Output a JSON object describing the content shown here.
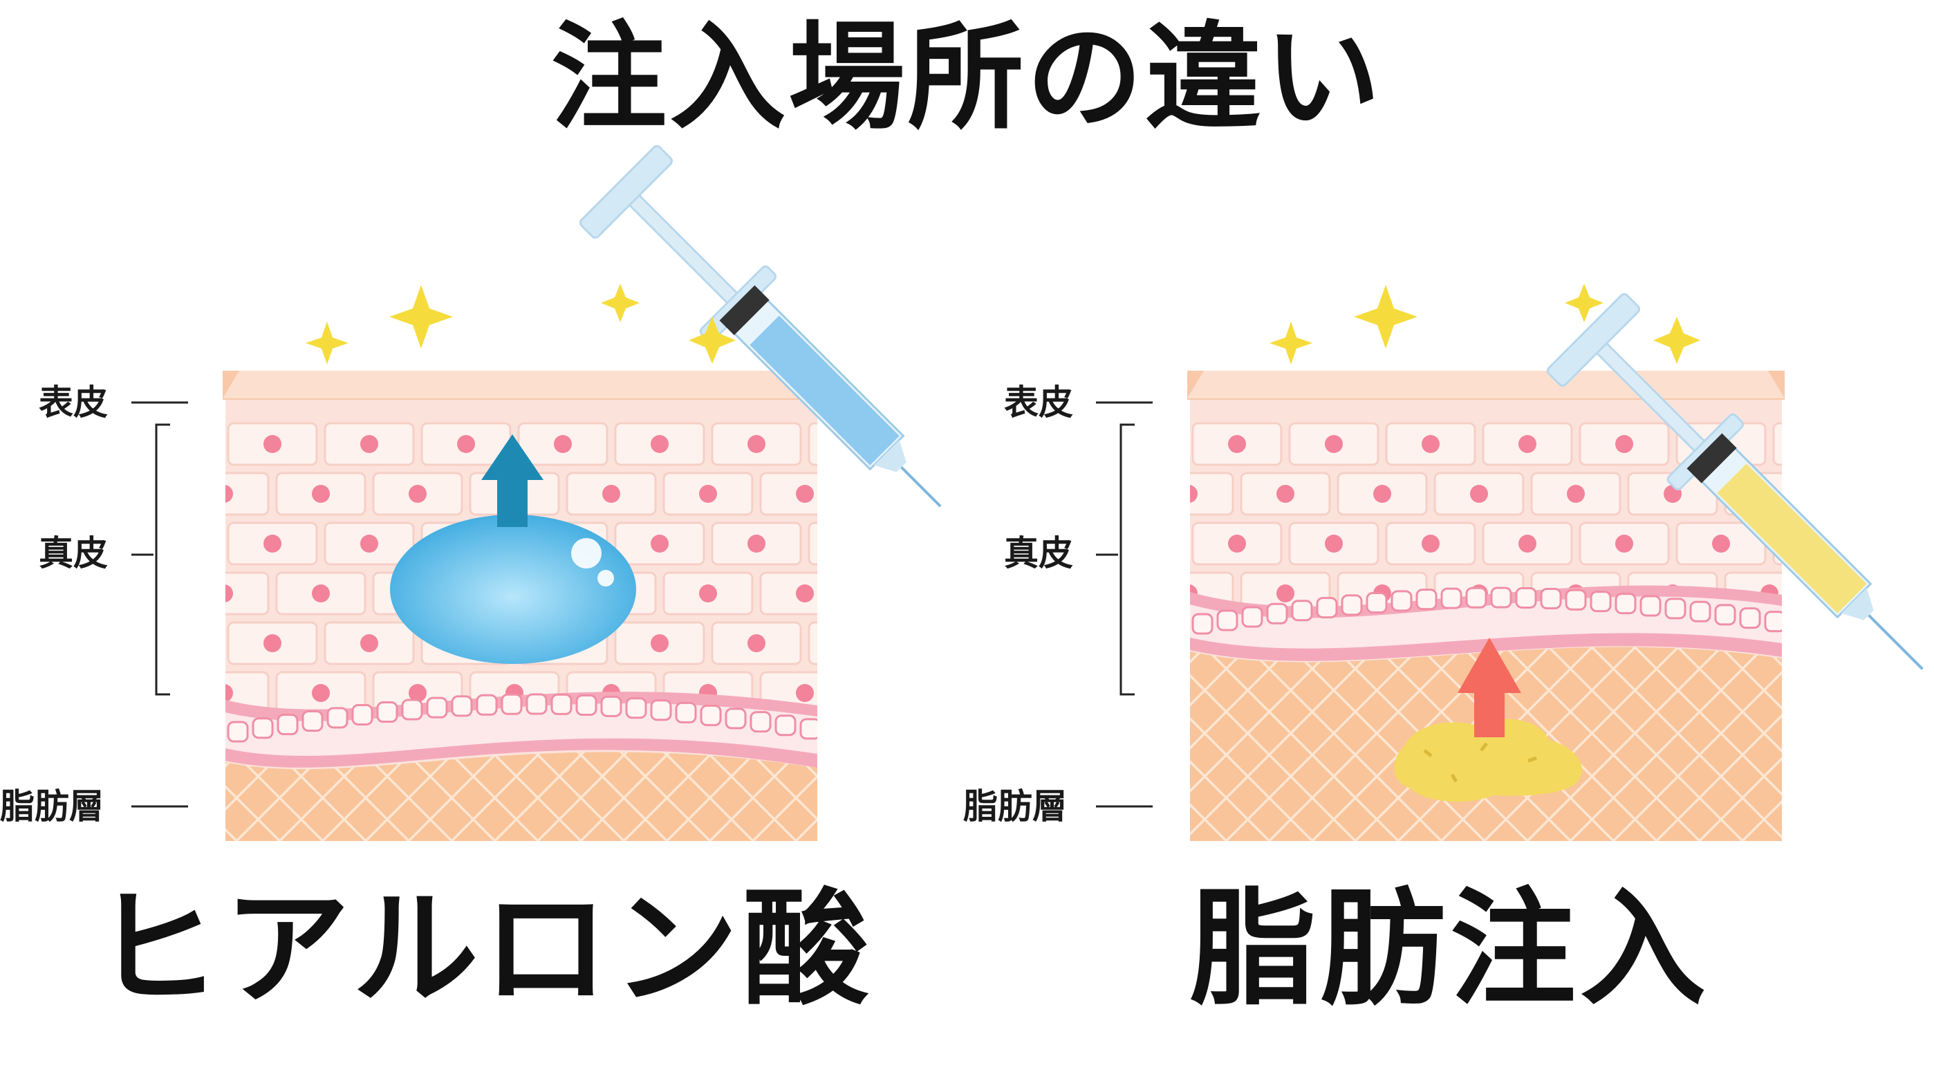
{
  "title": "注入場所の違い",
  "layer_labels": {
    "epidermis": "表皮",
    "dermis": "真皮",
    "fat": "脂肪層"
  },
  "panels": [
    {
      "label": "ヒアルロン酸",
      "syringe_fill": "#8ec9f0",
      "arrow_color": "#1e8ab4",
      "filler_color": "#4fb6e8"
    },
    {
      "label": "脂肪注入",
      "syringe_fill": "#f6e27c",
      "arrow_color": "#f46a5e",
      "filler_color": "#f3d95e"
    }
  ],
  "colors": {
    "epidermis": "#f8c8a8",
    "cell": "#fad9d1",
    "nucleus": "#f2839b",
    "membrane": "#f4a9ba",
    "fat_bg": "#f9c49a",
    "sparkle": "#f5dc3c"
  }
}
